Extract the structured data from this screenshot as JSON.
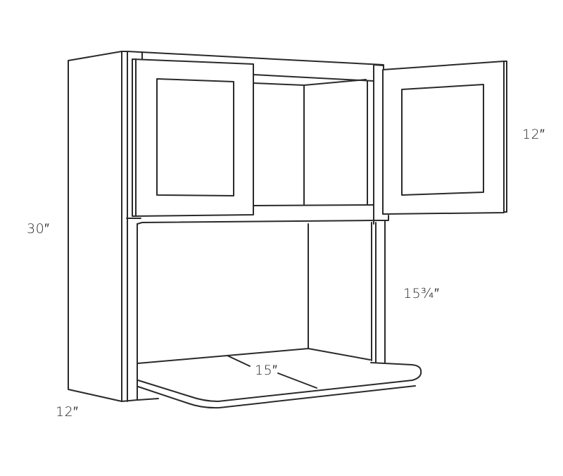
{
  "diagram": {
    "subject": "Wall microwave cabinet with two upper doors (open) and open microwave shelf below",
    "stroke_color": "#2a2a2a",
    "background_color": "#ffffff",
    "dimensions": {
      "upper_door_height": "12″",
      "overall_height": "30″",
      "microwave_opening_height": "15¾″",
      "shelf_depth": "15″",
      "cabinet_depth": "12″"
    }
  }
}
